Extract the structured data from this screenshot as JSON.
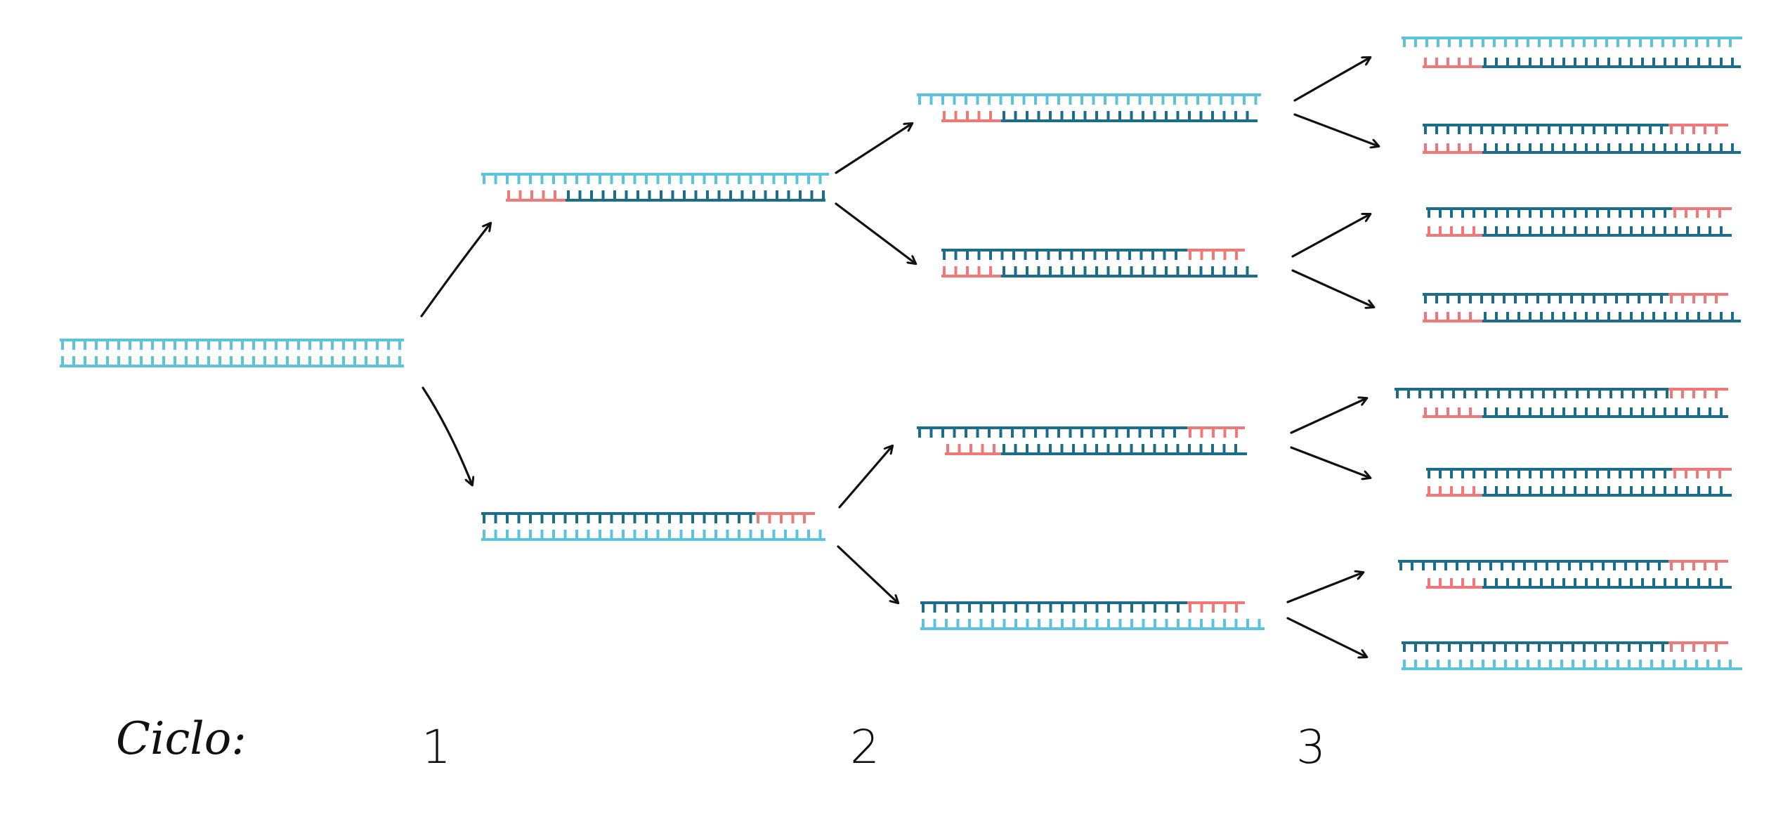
{
  "labels": {
    "cycle": "Ciclo:",
    "cycle_numbers": [
      "1",
      "2",
      "3"
    ]
  },
  "colors": {
    "template_strand": "#5bc3dc",
    "new_strand": "#1b6e8b",
    "primer": "#f07878",
    "arrow": "#111111"
  },
  "diagram": {
    "type": "pcr-amplification-tree",
    "molecules_per_stage": [
      1,
      2,
      4,
      8
    ]
  }
}
